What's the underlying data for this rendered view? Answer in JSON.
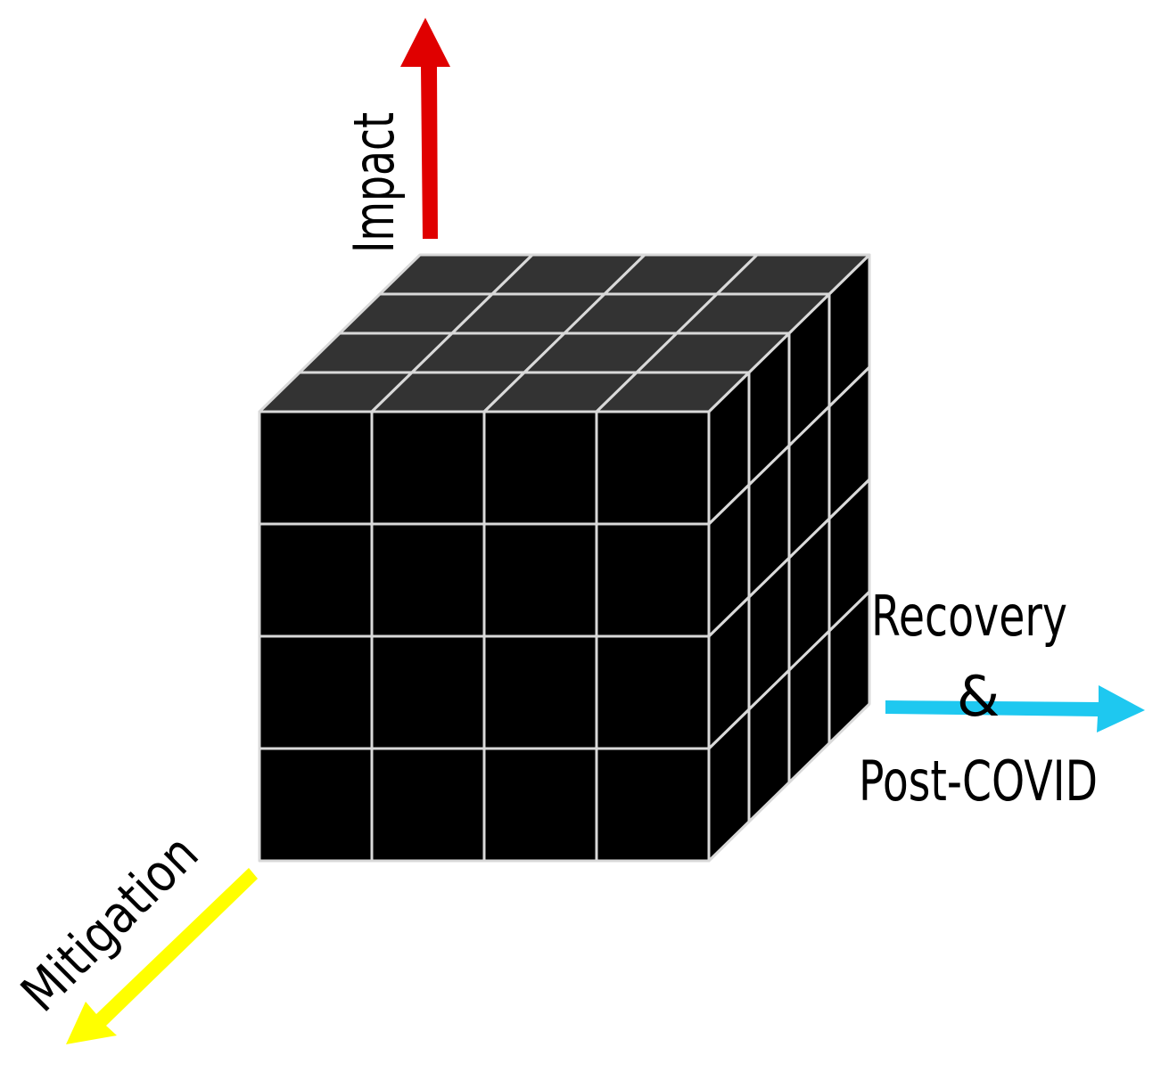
{
  "axes": {
    "impact": {
      "label": "Impact",
      "color": "#e00000"
    },
    "recovery": {
      "label_lines": [
        "Recovery",
        "&",
        "Post-COVID"
      ],
      "color": "#1ec8f0"
    },
    "mitigation": {
      "label": "Mitigation",
      "color": "#ffff00"
    }
  },
  "cube": {
    "layers": 4,
    "cube_fill": "#000000",
    "top_fill": "#333333",
    "edge_color": "#d9d9d9"
  }
}
